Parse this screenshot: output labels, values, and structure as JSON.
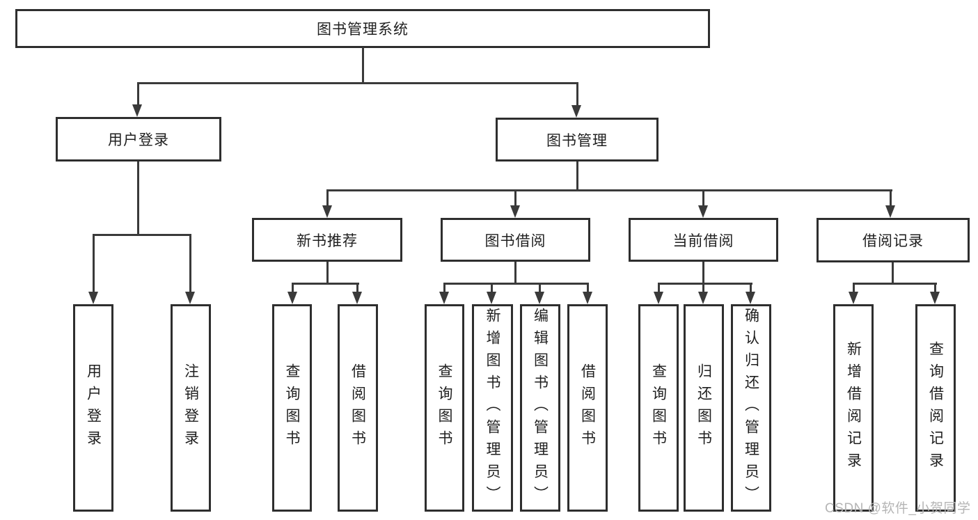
{
  "diagram": {
    "root": {
      "label": "图书管理系统"
    },
    "branches": [
      {
        "label": "用户登录",
        "children": [
          "用户登录",
          "注销登录"
        ]
      },
      {
        "label": "图书管理",
        "children": [
          {
            "label": "新书推荐",
            "children": [
              "查询图书",
              "借阅图书"
            ]
          },
          {
            "label": "图书借阅",
            "children": [
              "查询图书",
              "新增图书（管理员）",
              "编辑图书（管理员）",
              "借阅图书"
            ]
          },
          {
            "label": "当前借阅",
            "children": [
              "查询图书",
              "归还图书",
              "确认归还（管理员）"
            ]
          },
          {
            "label": "借阅记录",
            "children": [
              "新增借阅记录",
              "查询借阅记录"
            ]
          }
        ]
      }
    ]
  },
  "watermark": {
    "text": "CSDN @软件_小贺同学"
  },
  "colors": {
    "background": "#ffffff",
    "line": "#3a3a3a",
    "box_border": "#2e2e2e",
    "text": "#1f1f1f",
    "watermark": "#b5b5b5"
  }
}
